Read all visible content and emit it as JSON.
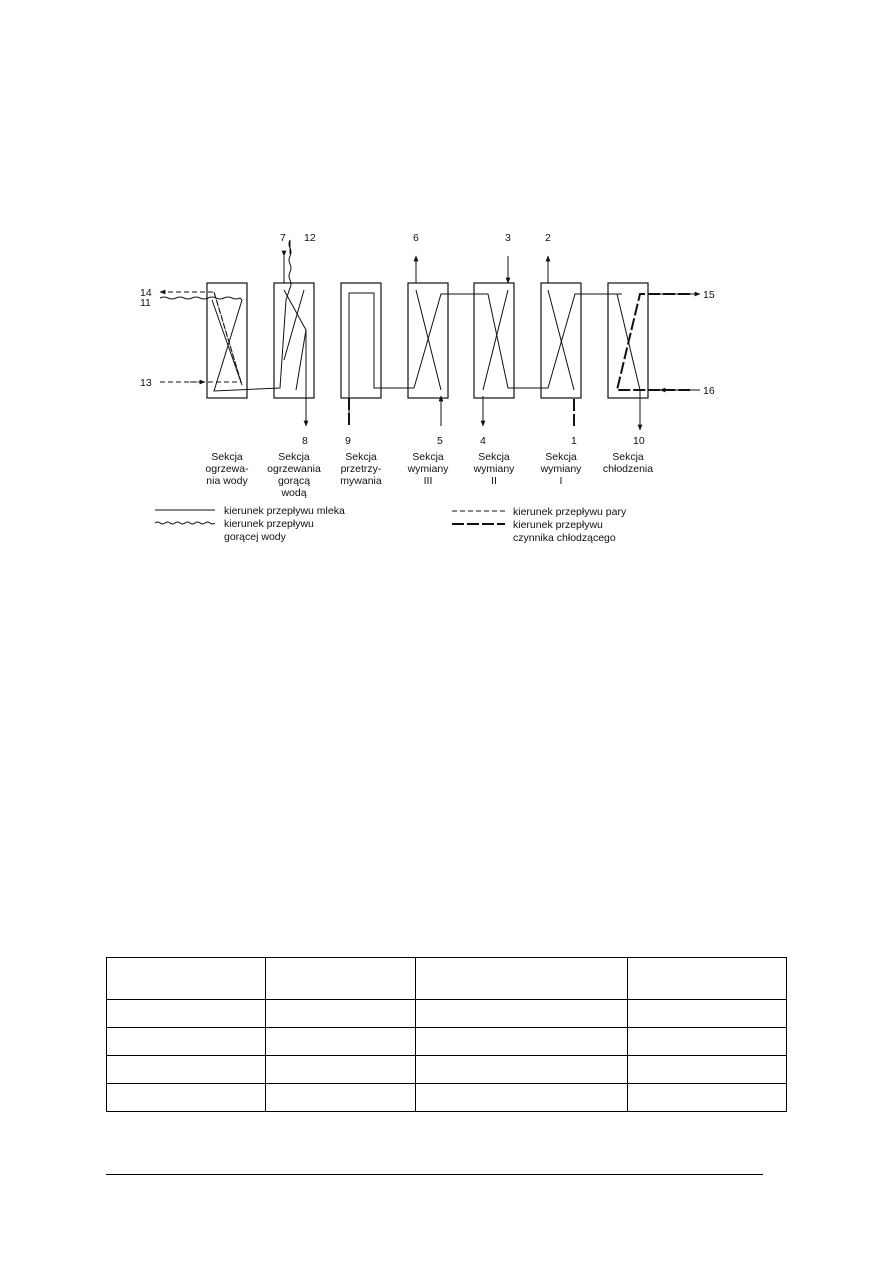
{
  "diagram": {
    "numbers": {
      "n1": "1",
      "n2": "2",
      "n3": "3",
      "n4": "4",
      "n5": "5",
      "n6": "6",
      "n7": "7",
      "n8": "8",
      "n9": "9",
      "n10": "10",
      "n11": "11",
      "n12": "12",
      "n13": "13",
      "n14": "14",
      "n15": "15",
      "n16": "16"
    },
    "sections": [
      {
        "line1": "Sekcja",
        "line2": "ogrzewa-",
        "line3": "nia wody"
      },
      {
        "line1": "Sekcja",
        "line2": "ogrzewania",
        "line3": "gorącą",
        "line4": "wodą"
      },
      {
        "line1": "Sekcja",
        "line2": "przetrzy-",
        "line3": "mywania"
      },
      {
        "line1": "Sekcja",
        "line2": "wymiany",
        "line3": "III"
      },
      {
        "line1": "Sekcja",
        "line2": "wymiany",
        "line3": "II"
      },
      {
        "line1": "Sekcja",
        "line2": "wymiany",
        "line3": "I"
      },
      {
        "line1": "Sekcja",
        "line2": "chłodzenia"
      }
    ],
    "legend": {
      "milk": "kierunek przepływu mleka",
      "water_line1": "kierunek przepływu",
      "water_line2": "gorącej wody",
      "steam": "kierunek przepływu pary",
      "coolant_line1": "kierunek przepływu",
      "coolant_line2": "czynnika chłodzącego"
    }
  },
  "table": {
    "rows": [
      [
        "",
        "",
        "",
        ""
      ],
      [
        "",
        "",
        "",
        ""
      ],
      [
        "",
        "",
        "",
        ""
      ],
      [
        "",
        "",
        "",
        ""
      ],
      [
        "",
        "",
        "",
        ""
      ]
    ]
  }
}
